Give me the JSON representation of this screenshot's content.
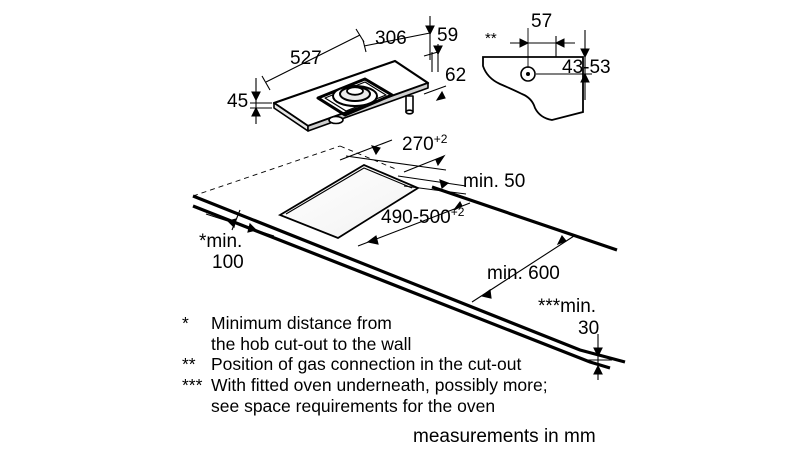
{
  "dimensions": {
    "width_527": "527",
    "depth_306": "306",
    "d_59": "59",
    "d_62": "62",
    "height_45": "45",
    "d_57": "57",
    "d_43_53": "43-53",
    "gas_marker": "**",
    "cutout_width": "270",
    "cutout_width_tol": "+2",
    "cutout_depth": "490-500",
    "cutout_depth_tol": "+2",
    "min_50": "min. 50",
    "wall_min_star": "*",
    "wall_min_label": "min.",
    "wall_min_value": "100",
    "min_600": "min. 600",
    "oven_min_label": "***min.",
    "oven_min_value": "30"
  },
  "notes": [
    {
      "marker": "*",
      "text_line1": "Minimum distance from",
      "text_line2": "the hob cut-out to the wall"
    },
    {
      "marker": "**",
      "text_line1": "Position of gas connection in the cut-out"
    },
    {
      "marker": "***",
      "text_line1": "With fitted oven underneath, possibly more;",
      "text_line2": "see space requirements for the oven"
    }
  ],
  "units_caption": "measurements in mm",
  "colors": {
    "line": "#000000",
    "background": "#ffffff",
    "hatch": "#555555"
  }
}
